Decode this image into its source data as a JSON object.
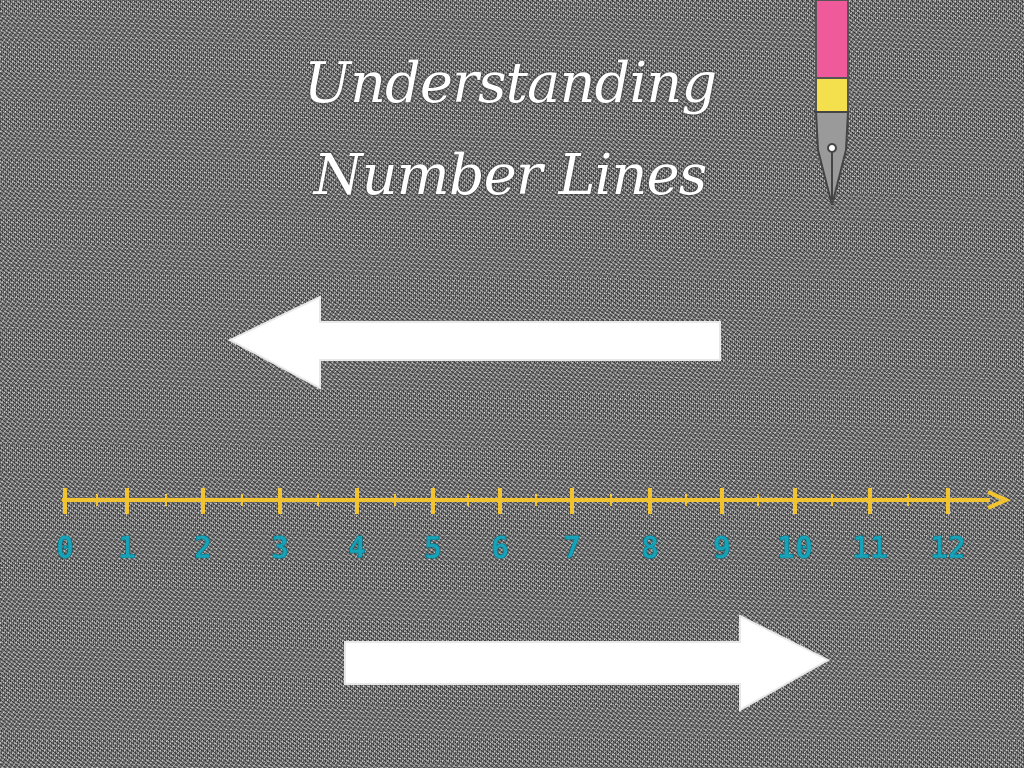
{
  "slide": {
    "title": "Understanding Number Lines"
  },
  "number_line": {
    "ticks": [
      "0",
      "1",
      "2",
      "3",
      "4",
      "5",
      "6",
      "7",
      "8",
      "9",
      "10",
      "11",
      "12"
    ],
    "line_color": "#f2c331",
    "label_color": "#17a2b8"
  },
  "arrows": [
    {
      "direction": "left",
      "color": "#ffffff"
    },
    {
      "direction": "right",
      "color": "#ffffff"
    }
  ],
  "decoration": {
    "icon": "fountain-pen-icon",
    "body_color": "#ef5a9a",
    "band_color": "#f4e04d",
    "nib_color": "#9a9a9a"
  }
}
